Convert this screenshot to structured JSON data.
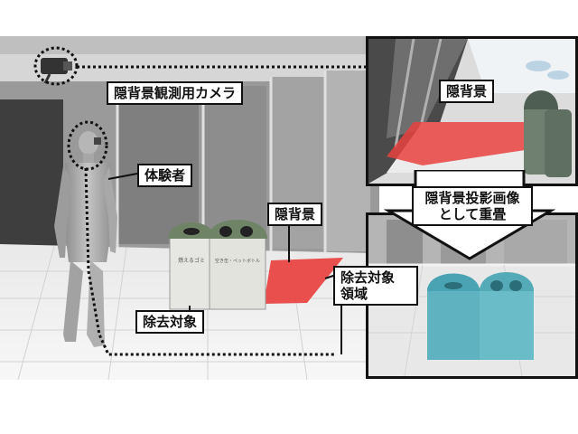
{
  "labels": {
    "camera": "隠背景観測用カメラ",
    "participant": "体験者",
    "hidden_bg_main": "隠背景",
    "removal_target": "除去対象",
    "hidden_bg_inset": "隠背景",
    "overlay_line1": "隠背景投影画像",
    "overlay_line2": "として重畳",
    "region_line1": "除去対象",
    "region_line2": "領域"
  },
  "bins": {
    "left_text": "燃えるゴミ",
    "right_text": "空き缶・ペットボトル"
  },
  "colors": {
    "hidden_bg_red": "#e8423f",
    "removal_region_teal": "#5fb3c1",
    "bin_green": "#6f8466",
    "bin_body": "#e6e6e2"
  }
}
